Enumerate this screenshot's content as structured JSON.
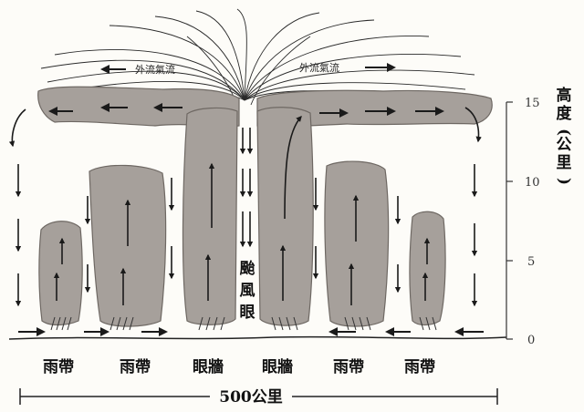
{
  "title": "",
  "outflow_labels": [
    "外流氣流",
    "外流氣流"
  ],
  "eye_label": "颱風眼",
  "bottom_labels": [
    "雨帶",
    "雨帶",
    "眼牆",
    "眼牆",
    "雨帶",
    "雨帶"
  ],
  "distance_label": "500公里",
  "axis": {
    "title": "高度(公里)",
    "ticks": [
      "15",
      "10",
      "5",
      "0"
    ]
  },
  "colors": {
    "cloud": "#a6a09b",
    "cloud_edge": "#6e6863",
    "arrow": "#1a1a1a",
    "background": "#fdfcf8"
  },
  "icons": [
    "up-arrow-icon",
    "down-arrow-icon",
    "horizontal-arrow-icon"
  ]
}
